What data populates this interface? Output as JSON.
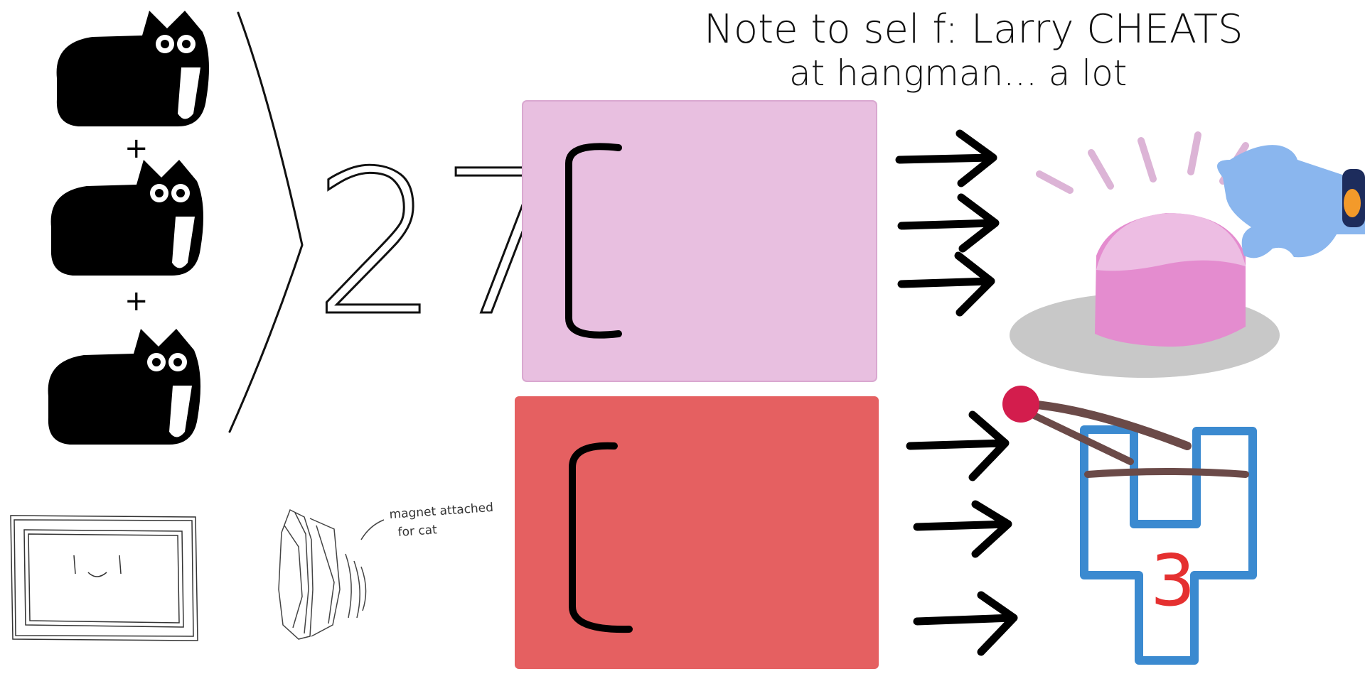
{
  "note": {
    "line1": "Note to sel f: Larry CHEATS",
    "line2": "at hangman... a lot"
  },
  "sum_value": "27",
  "plus_sign": "+",
  "magnet_note": {
    "line1": "magnet attached",
    "line2": "for cat"
  },
  "score_digit": "3",
  "colors": {
    "pink_panel": "#e8bfe0",
    "red_panel": "#e56061",
    "buzzer_dome": "#e48ccf",
    "buzzer_base": "#c8c8c8",
    "gauntlet": "#8ab6ee",
    "hangman_frame": "#3b8ad0",
    "rope": "#6b4a48",
    "ball": "#d31d4d"
  },
  "icons": [
    "cat-icon",
    "bracket-icon",
    "arrow-icon",
    "buzzer-icon",
    "gauntlet-icon",
    "hangman-icon",
    "tablet-icon",
    "magnet-icon"
  ]
}
